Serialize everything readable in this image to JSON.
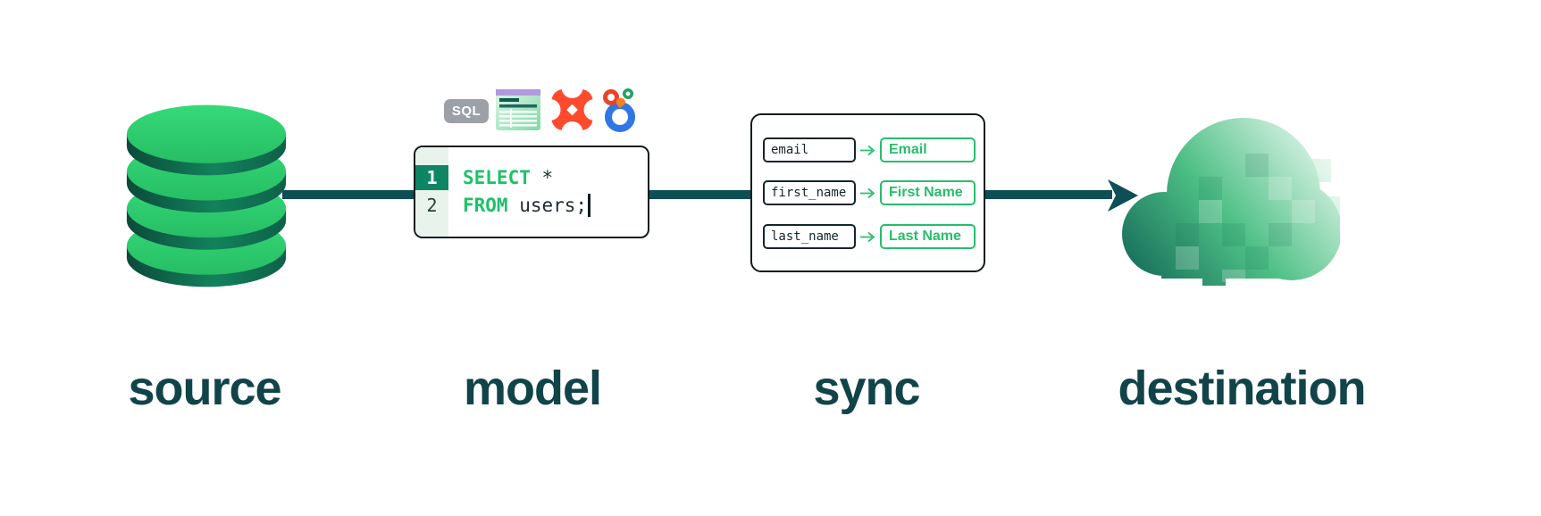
{
  "stages": {
    "source": {
      "label": "source"
    },
    "model": {
      "label": "model",
      "sql_badge": "SQL",
      "toolbar_icons": [
        "sql-badge",
        "spreadsheet-icon",
        "dbt-icon",
        "looker-icon"
      ],
      "code": {
        "lines": [
          {
            "number": "1",
            "keyword": "SELECT",
            "code": " *"
          },
          {
            "number": "2",
            "keyword": "FROM",
            "code": " users;"
          }
        ]
      }
    },
    "sync": {
      "label": "sync",
      "mappings": [
        {
          "source_field": "email",
          "dest_field": "Email"
        },
        {
          "source_field": "first_name",
          "dest_field": "First Name"
        },
        {
          "source_field": "last_name",
          "dest_field": "Last Name"
        }
      ]
    },
    "destination": {
      "label": "destination"
    }
  },
  "colors": {
    "db_green_top": "#2bd06f",
    "db_green_side": "#0d5a45",
    "accent_green": "#1fc369",
    "sync_green": "#27bd6e",
    "arrow_teal": "#0d4f55",
    "label_teal": "#114449",
    "dbt_orange": "#ff4a2d",
    "looker_blue": "#3076e5",
    "sheet_purple": "#b29add",
    "sql_badge_gray": "#9ba1a6",
    "line1_bg": "#0e8663",
    "gutter_bg": "#e7f3eb",
    "code_text": "#1d2d30"
  }
}
